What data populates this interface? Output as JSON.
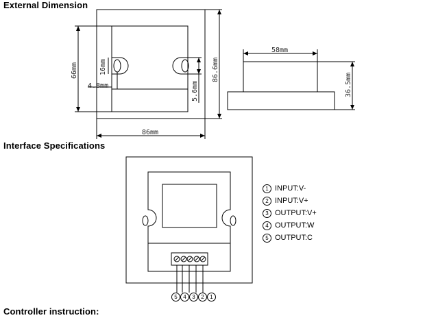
{
  "headings": {
    "external": "External Dimension",
    "interface": "Interface Specifications",
    "controller": "Controller instruction:"
  },
  "dimensions": {
    "height_inner": "66mm",
    "height_total": "86.6mm",
    "hole_height": "16mm",
    "hole_offset": "4.8mm",
    "side_offset": "5.6mm",
    "width_total": "86mm",
    "top_width": "58mm",
    "depth": "36.5mm"
  },
  "terminals": [
    {
      "num": "1",
      "label": "INPUT:V-"
    },
    {
      "num": "2",
      "label": "INPUT:V+"
    },
    {
      "num": "3",
      "label": "OUTPUT:V+"
    },
    {
      "num": "4",
      "label": "OUTPUT:W"
    },
    {
      "num": "5",
      "label": "OUTPUT:C"
    }
  ],
  "terminal_order": [
    "5",
    "4",
    "3",
    "2",
    "1"
  ]
}
